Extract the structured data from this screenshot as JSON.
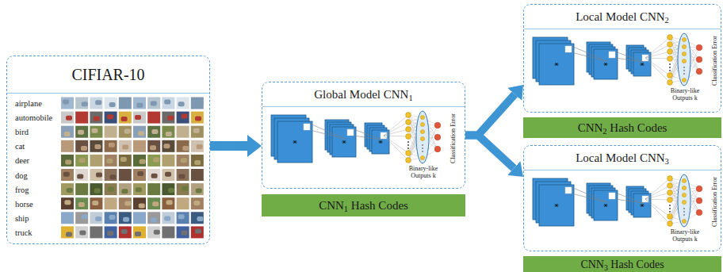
{
  "diagram": {
    "nodes": [
      {
        "text": [
          "CIFIAR-10",
          "airplane",
          "automobile",
          "bird",
          "cat",
          "deer",
          "dog",
          "frog",
          "horse",
          "ship",
          "truck"
        ]
      },
      {
        "text": [
          "Global Model CNN1"
        ]
      },
      {
        "text": [
          "CNN1 Hash Codes"
        ]
      },
      {
        "text": [
          "Local Model CNN2"
        ]
      },
      {
        "text": [
          "CNN2 Hash Codes"
        ]
      },
      {
        "text": [
          "Local Model CNN3"
        ]
      },
      {
        "text": [
          "CNN3 Hash Codes"
        ]
      }
    ],
    "edges": [
      {
        "from": 0,
        "to": 1,
        "arrow": "to"
      },
      {
        "from": 1,
        "to": 3,
        "arrow": "to"
      },
      {
        "from": 1,
        "to": 5,
        "arrow": "to"
      }
    ],
    "labels": [
      "Binary-like Outputs k",
      "Classification Error",
      "Binary-like Outputs k",
      "Classification Error",
      "Binary-like Outputs k",
      "Classification Error"
    ]
  }
}
